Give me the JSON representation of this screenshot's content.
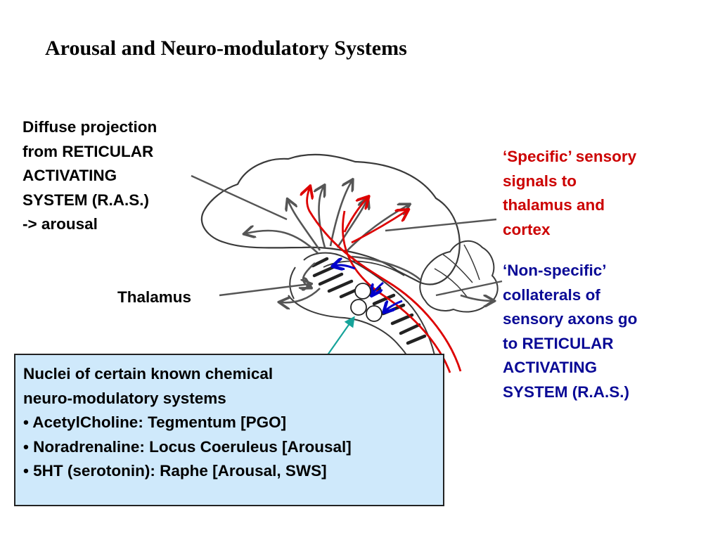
{
  "title": "Arousal and Neuro-modulatory Systems",
  "left_label": {
    "lines": [
      "Diffuse projection",
      "from RETICULAR",
      "ACTIVATING",
      "SYSTEM (R.A.S.)",
      "-> arousal"
    ]
  },
  "thalamus_label": "Thalamus",
  "specific_label": {
    "lines": [
      "‘Specific’ sensory",
      "signals to",
      "thalamus and",
      "cortex"
    ],
    "color": "#cc0000"
  },
  "nonspecific_label": {
    "lines": [
      "‘Non-specific’",
      "collaterals of",
      "sensory axons go",
      "to RETICULAR",
      "ACTIVATING",
      "SYSTEM (R.A.S.)"
    ],
    "color": "#0a0a96"
  },
  "nuclei_box": {
    "lines": [
      "Nuclei of certain known chemical",
      "neuro-modulatory systems",
      "• AcetylCholine: Tegmentum [PGO]",
      "• Noradrenaline: Locus Coeruleus [Arousal]",
      "• 5HT (serotonin): Raphe [Arousal, SWS]"
    ],
    "background": "#cfe9fb"
  },
  "colors": {
    "sketch": "#3a3a3a",
    "diffuse_arrows": "#555555",
    "specific_pathway": "#dd0000",
    "collateral_arrows": "#0000cc",
    "pointer": "#16a39a"
  }
}
